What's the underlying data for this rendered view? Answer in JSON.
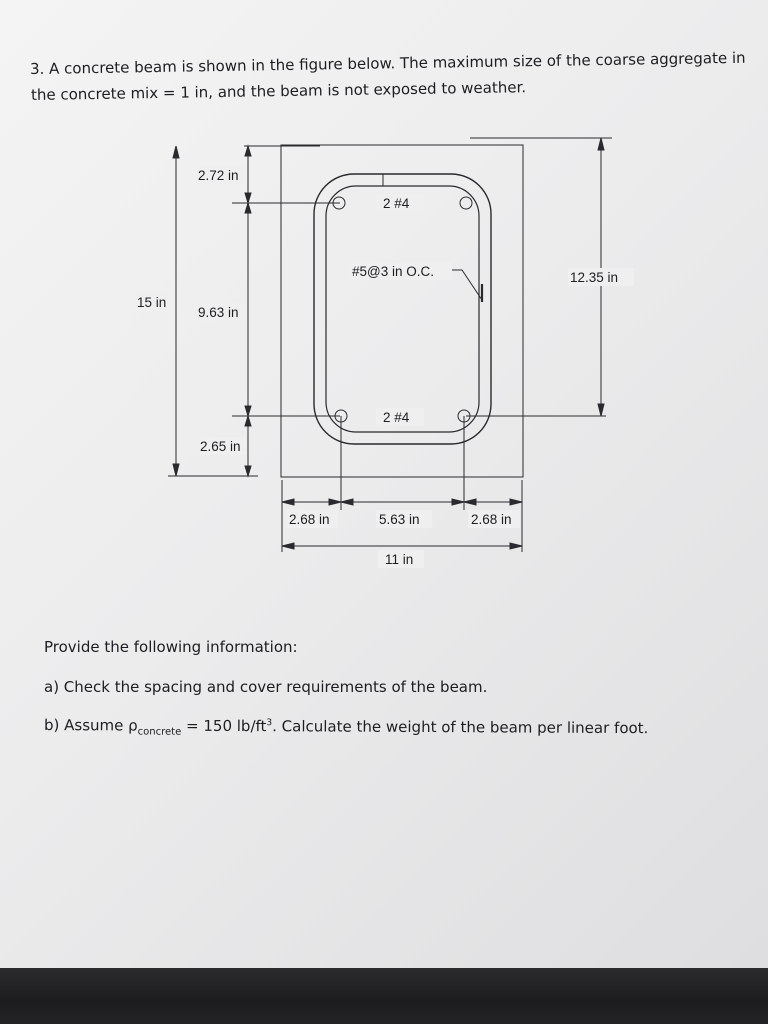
{
  "problem": {
    "line1": "3. A concrete beam is shown in the figure below. The maximum size of the coarse aggregate in",
    "line2": "the concrete mix = 1 in, and the beam is not exposed to weather."
  },
  "figure": {
    "top_bars": "2 #4",
    "bottom_bars": "2 #4",
    "stirrup": "#5@3 in O.C.",
    "dim_height": "15 in",
    "dim_top": "2.72 in",
    "dim_middle": "9.63 in",
    "dim_bottom": "2.65 in",
    "dim_effective": "12.35 in",
    "dim_left": "2.68 in",
    "dim_center": "5.63 in",
    "dim_right": "2.68 in",
    "dim_width": "11 in"
  },
  "questions": {
    "intro": "Provide the following information:",
    "a": "a) Check the spacing and cover requirements of the beam.",
    "b_prefix": "b) Assume ",
    "b_rho": "ρ",
    "b_sub": "concrete",
    "b_mid": " = 150 lb/ft",
    "b_sup": "3",
    "b_suffix": ". Calculate the weight of the beam per linear foot."
  }
}
